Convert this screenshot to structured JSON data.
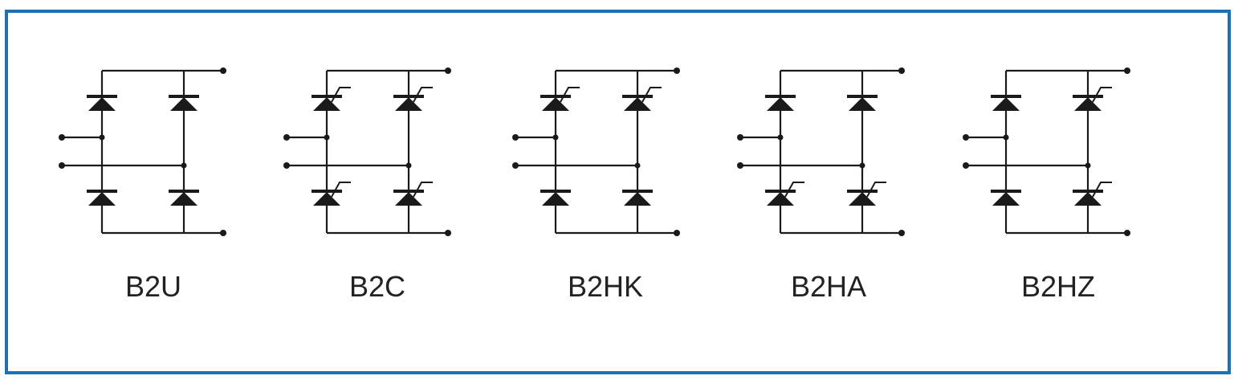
{
  "colors": {
    "frame": "#1f6fb3",
    "ink": "#1a1a1a"
  },
  "circuits": [
    {
      "label": "B2U",
      "components": [
        "diode",
        "diode",
        "diode",
        "diode"
      ]
    },
    {
      "label": "B2C",
      "components": [
        "thyristor",
        "thyristor",
        "thyristor",
        "thyristor"
      ]
    },
    {
      "label": "B2HK",
      "components": [
        "thyristor",
        "thyristor",
        "diode",
        "diode"
      ]
    },
    {
      "label": "B2HA",
      "components": [
        "diode",
        "diode",
        "thyristor",
        "thyristor"
      ]
    },
    {
      "label": "B2HZ",
      "components": [
        "diode",
        "thyristor",
        "diode",
        "thyristor"
      ]
    }
  ]
}
